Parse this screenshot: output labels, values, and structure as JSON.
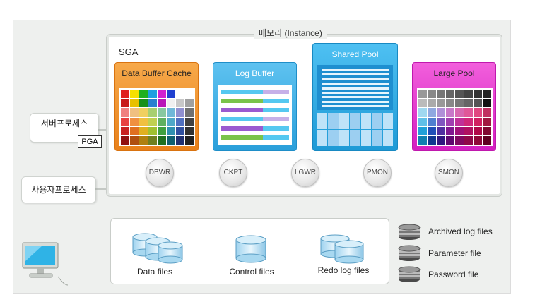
{
  "instance": {
    "title": "메모리 (Instance)",
    "sga_label": "SGA"
  },
  "sga": {
    "data_buffer_cache": "Data Buffer Cache",
    "log_buffer": "Log Buffer",
    "shared_pool": "Shared Pool",
    "large_pool": "Large Pool"
  },
  "processes": [
    "DBWR",
    "CKPT",
    "LGWR",
    "PMON",
    "SMON"
  ],
  "side": {
    "server_process": "서버프로세스",
    "pga": "PGA",
    "user_process": "사용자프로세스"
  },
  "files": [
    "Data files",
    "Control files",
    "Redo log files"
  ],
  "side_files": [
    "Archived log files",
    "Parameter file",
    "Password file"
  ],
  "colors": {
    "data_buffer_cache": "#f28a1c",
    "log_buffer": "#2aa3e0",
    "shared_pool": "#25a8e8",
    "large_pool": "#e030c8",
    "frame_bg": "#eef0ee"
  }
}
